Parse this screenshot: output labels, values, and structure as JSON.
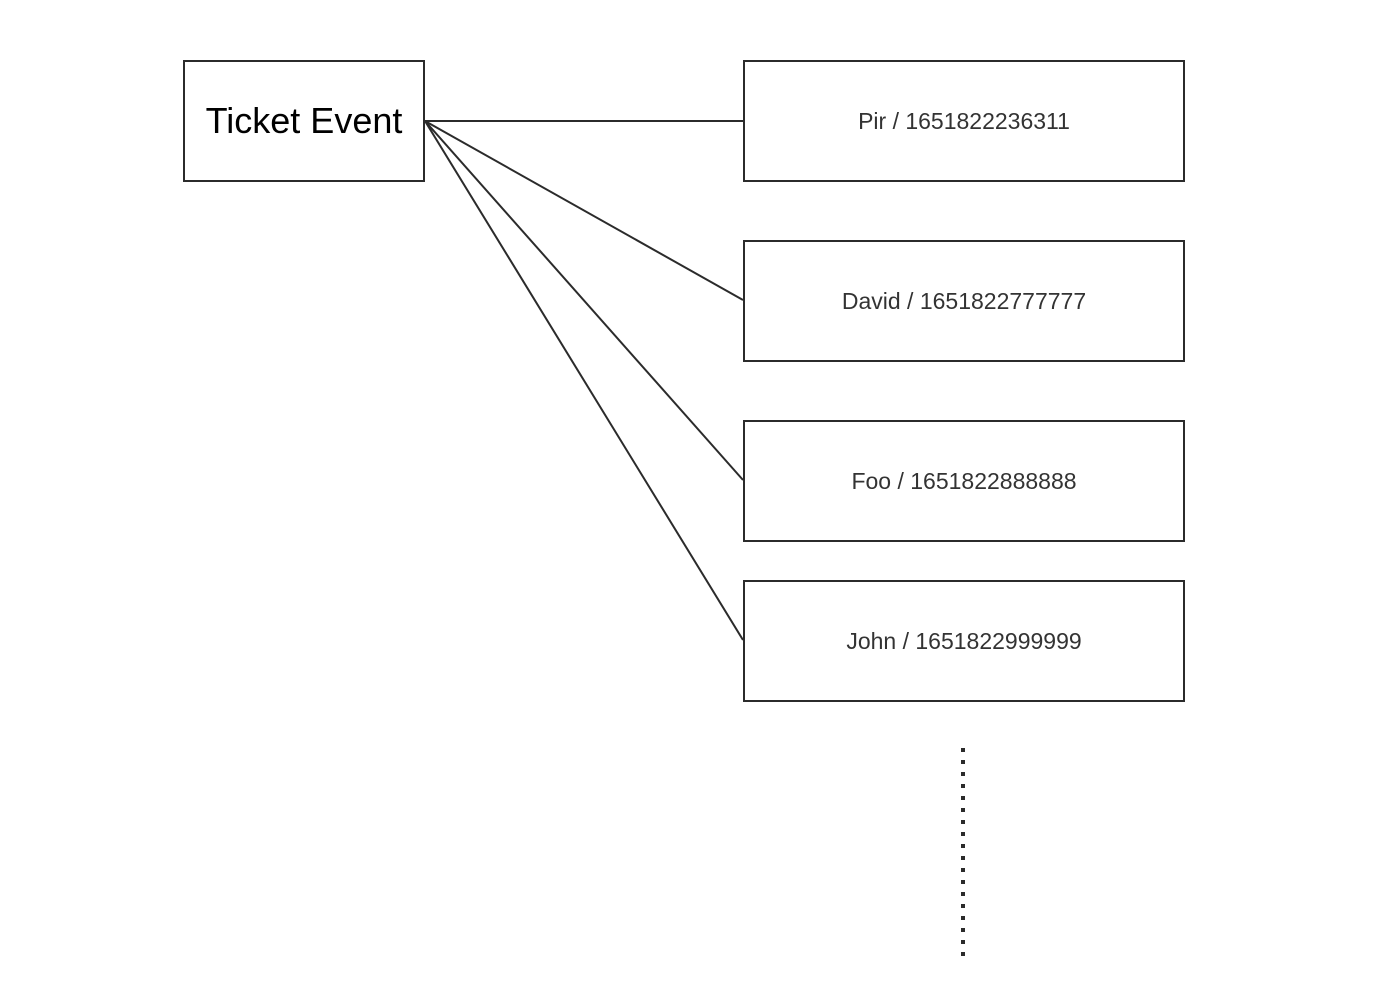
{
  "diagram": {
    "root": {
      "label": "Ticket Event"
    },
    "children": [
      {
        "label": "Pir / 1651822236311"
      },
      {
        "label": "David / 1651822777777"
      },
      {
        "label": "Foo / 1651822888888"
      },
      {
        "label": "John / 1651822999999"
      }
    ],
    "colors": {
      "stroke": "#2b2b2b",
      "root_text": "#000000",
      "child_text": "#333333",
      "background": "#ffffff"
    }
  }
}
